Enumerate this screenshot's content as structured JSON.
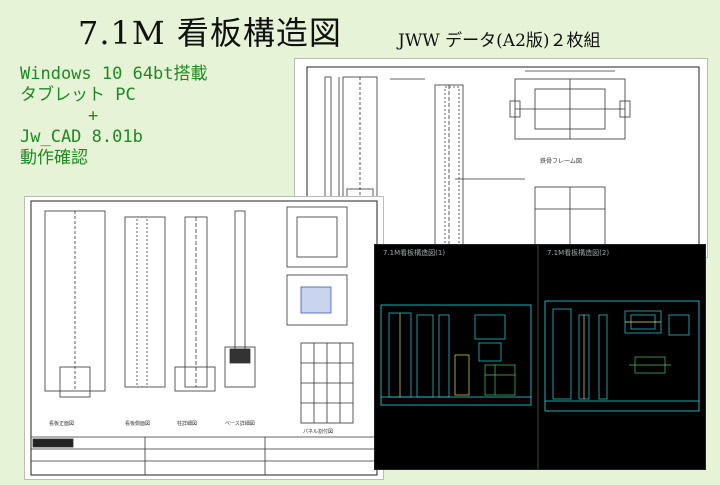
{
  "header": {
    "title": "7.1M 看板構造図",
    "subtitle": "JWW データ(A2版)２枚組"
  },
  "spec_lines": [
    "Windows 10 64bt搭載",
    "タブレット PC",
    "+",
    "Jw_CAD 8.01b",
    "動作確認"
  ],
  "drawings": {
    "sheet_back_caption_1": "鉄骨フレーム図",
    "sheet_front_captions": [
      "看板正面図",
      "看板側面図",
      "柱詳細図",
      "ベース詳細図",
      "パネル割付図"
    ],
    "screen_caption_1": "7.1M看板構造図(1)",
    "screen_caption_2": "7.1M看板構造図(2)"
  },
  "colors": {
    "background": "#e6f3d6",
    "spec_text": "#1e8a23",
    "cad_background": "#000000",
    "cad_cyan": "#2fd4e0",
    "cad_yellow": "#e8e04a",
    "cad_green": "#4ec25a"
  }
}
